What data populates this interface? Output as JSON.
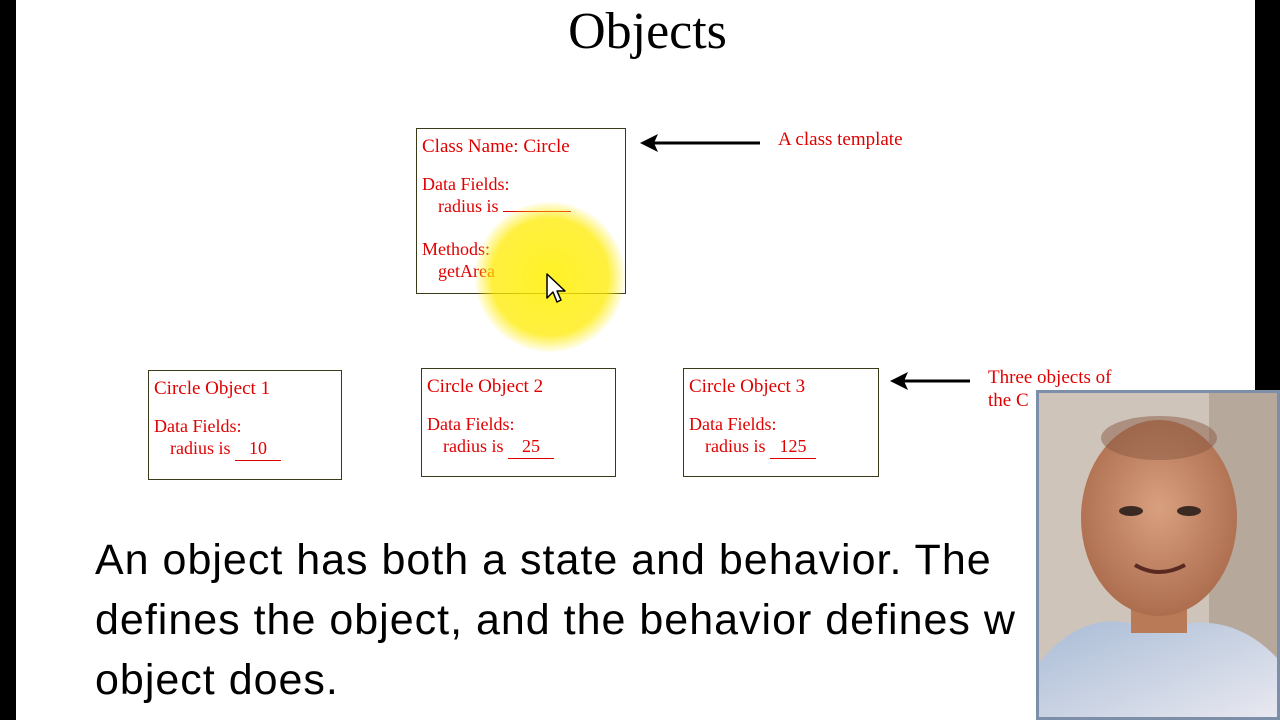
{
  "slide": {
    "title": "Objects",
    "class_box": {
      "header": "Class Name: Circle",
      "fields_label": "Data Fields:",
      "radius_label": "radius is",
      "methods_label": "Methods:",
      "method": "getArea"
    },
    "class_note": "A class template",
    "objects": [
      {
        "header": "Circle Object 1",
        "fields_label": "Data Fields:",
        "radius_label": "radius is",
        "radius_value": "10"
      },
      {
        "header": "Circle Object 2",
        "fields_label": "Data Fields:",
        "radius_label": "radius is",
        "radius_value": "25"
      },
      {
        "header": "Circle Object 3",
        "fields_label": "Data Fields:",
        "radius_label": "radius is",
        "radius_value": "125"
      }
    ],
    "objects_note_line1": "Three objects of",
    "objects_note_line2": "the C",
    "body_line1": "An object has both a state and behavior. The",
    "body_line2": "defines the object, and the behavior defines w",
    "body_line3": "object does."
  },
  "colors": {
    "text_red": "#e00000",
    "highlight": "#ffeb00",
    "webcam_border": "#7d8fa8"
  },
  "icons": {
    "cursor": "mouse-pointer-icon",
    "arrow": "left-arrow-icon"
  }
}
